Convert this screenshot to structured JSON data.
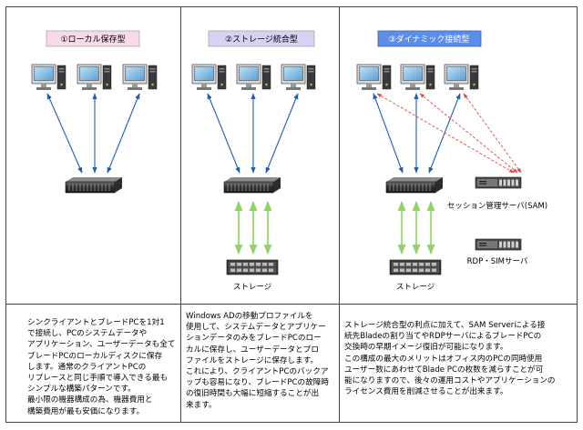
{
  "colors": {
    "blue_arrow": "#1f5fb0",
    "green_arrow": "#8fd36b",
    "red_dashed_arrow": "#e04a3c",
    "title1_bg": "#f7d9ea",
    "title2_bg": "#d9d1f1",
    "title3_bg": "#5b8ee6",
    "border": "#444444"
  },
  "icons": [
    "monitor-pc-icon",
    "blade-server-icon",
    "storage-array-icon",
    "rack-server-icon"
  ],
  "panels": [
    {
      "title": "①ローカル保存型",
      "labels": [],
      "description": "シンクライアントとブレードPCを1対1\nで接続し、PCのシステムデータや\nアプリケーション、ユーザーデータも全て\nブレードPCのローカルディスクに保存\nします。通常のクライアントPCの\nリプレースと同じ手順で導入できる最も\nシンプルな構築パターンです。\n最小限の機器構成の為、機器費用と\n構築費用が最も安価になります。"
    },
    {
      "title": "②ストレージ統合型",
      "labels": [
        "ストレージ"
      ],
      "description": "Windows ADの移動プロファイルを\n使用して、システムデータとアプリケー\nションデータのみをブレードPCのロー\nカルに保存し、ユーザーデータとプロ\nファイルをストレージに保存します。\nこれにより、クライアントPCのバックア\nップも容易になり、ブレードPCの故障時\nの復旧時間も大幅に短縮することが出\n来ます。"
    },
    {
      "title": "③ダイナミック接続型",
      "labels": [
        "ストレージ",
        "セッション管理サーバ(SAM)",
        "RDP・SIMサーバ"
      ],
      "description": "ストレージ統合型の利点に加えて、SAM Serverによる接\n続先Bladeの割り当てやRDPサーバによるブレードPCの\n交換時の早期イメージ復旧が可能になります。\nこの構成の最大のメリットはオフィス内のPCの同時使用\nユーザー数にあわせてBlade PCの枚数を減らすことが可\n能になりますので、後々の運用コストやアプリケーションの\nライセンス費用を削減させることが出来ます。"
    }
  ]
}
